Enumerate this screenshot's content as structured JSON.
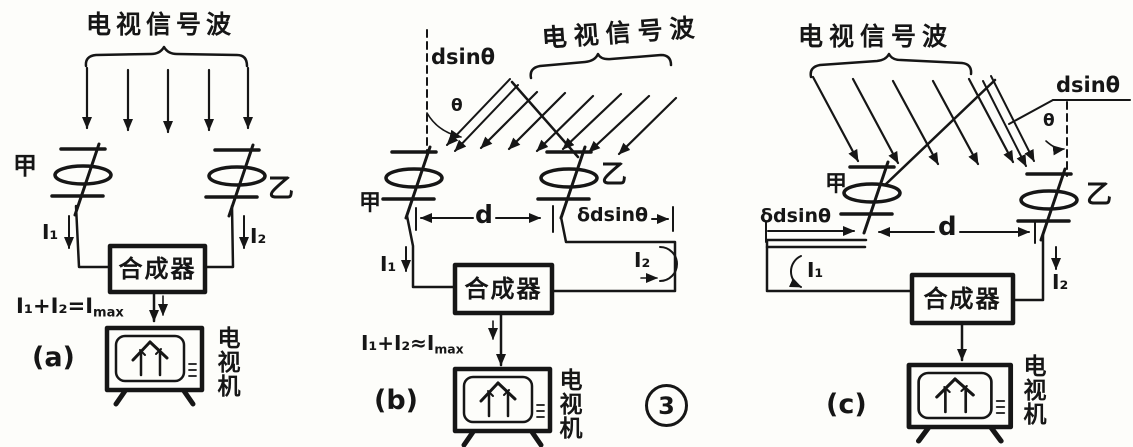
{
  "ink": "#161616",
  "background": "#fdfdfa",
  "figure_badge": "3",
  "panel_a": {
    "label": "(a)",
    "wave_label": "电视信号波",
    "ant_left": "甲",
    "ant_right": "乙",
    "i1": "I₁",
    "i2": "I₂",
    "combiner": "合成器",
    "formula_pre": "I₁+I₂=I",
    "formula_sub": "max",
    "tv_label": "电视机"
  },
  "panel_b": {
    "label": "(b)",
    "wave_label": "电视信号波",
    "path_diff": "dsinθ",
    "angle": "θ",
    "ant_left": "甲",
    "ant_right": "乙",
    "spacing": "d",
    "delay": "δdsinθ",
    "i1": "I₁",
    "i2": "I₂",
    "combiner": "合成器",
    "formula_pre": "I₁+I₂≈I",
    "formula_sub": "max",
    "tv_label": "电视机"
  },
  "panel_c": {
    "label": "(c)",
    "wave_label": "电视信号波",
    "path_diff": "dsinθ",
    "angle": "θ",
    "ant_left": "甲",
    "ant_right": "乙",
    "spacing": "d",
    "delay": "δdsinθ",
    "i1": "I₁",
    "i2": "I₂",
    "combiner": "合成器",
    "tv_label": "电视机"
  }
}
